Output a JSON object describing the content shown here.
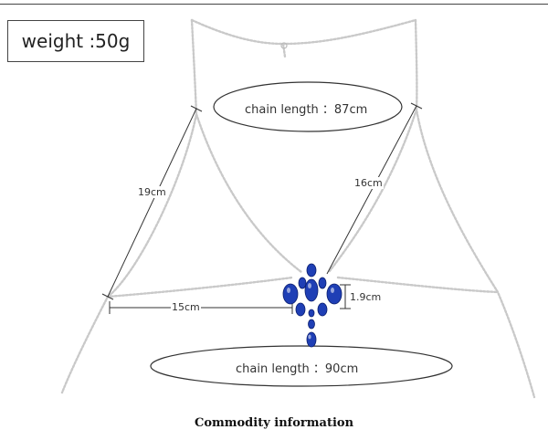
{
  "weight_label": "weight :50g",
  "top_chain_label": "chain length ：87cm",
  "bottom_chain_label": "chain length ：90cm",
  "dim_left": "19cm",
  "dim_right": "16cm",
  "dim_horizontal": "15cm",
  "dim_pendant": "1.9cm",
  "caption": "Commodity information",
  "colors": {
    "stone": "#1f3fb5",
    "chain": "#c9c9c9",
    "ink": "#333333"
  }
}
